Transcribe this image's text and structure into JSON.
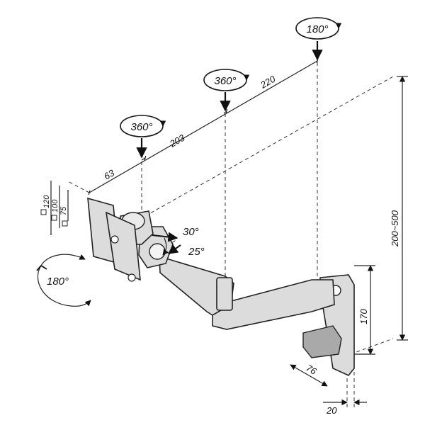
{
  "dimensions": {
    "seg_63": "63",
    "seg_203": "203",
    "seg_220": "220",
    "height_range": "200~500",
    "height_170": "170",
    "depth_76": "76",
    "plate_20": "20",
    "vesa_120": "120",
    "vesa_100": "100",
    "vesa_75": "75"
  },
  "rotations": {
    "head_rotate": "180°",
    "joint1": "360°",
    "joint2": "360°",
    "joint3": "180°",
    "tilt_up": "30°",
    "tilt_down": "25°"
  }
}
